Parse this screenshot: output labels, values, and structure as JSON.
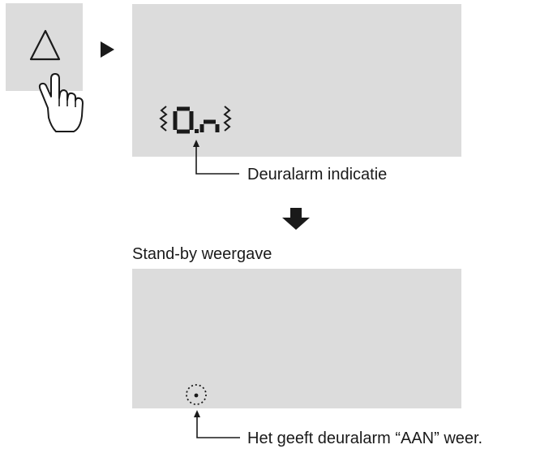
{
  "step1": {
    "button_icon": "up-triangle-icon",
    "hand_icon": "pointing-hand-icon",
    "arrow_icon": "right-triangle-arrow-icon",
    "display": {
      "indicator_text": "0.n",
      "callout_label": "Deuralarm indicatie"
    }
  },
  "transition_icon": "down-block-arrow-icon",
  "step2": {
    "title": "Stand-by weergave",
    "display": {
      "indicator_icon": "dotted-circle-dot-icon",
      "callout_label": "Het geeft deuralarm “AAN” weer."
    }
  },
  "colors": {
    "panel": "#dcdcdc",
    "ink": "#1a1a1a"
  }
}
